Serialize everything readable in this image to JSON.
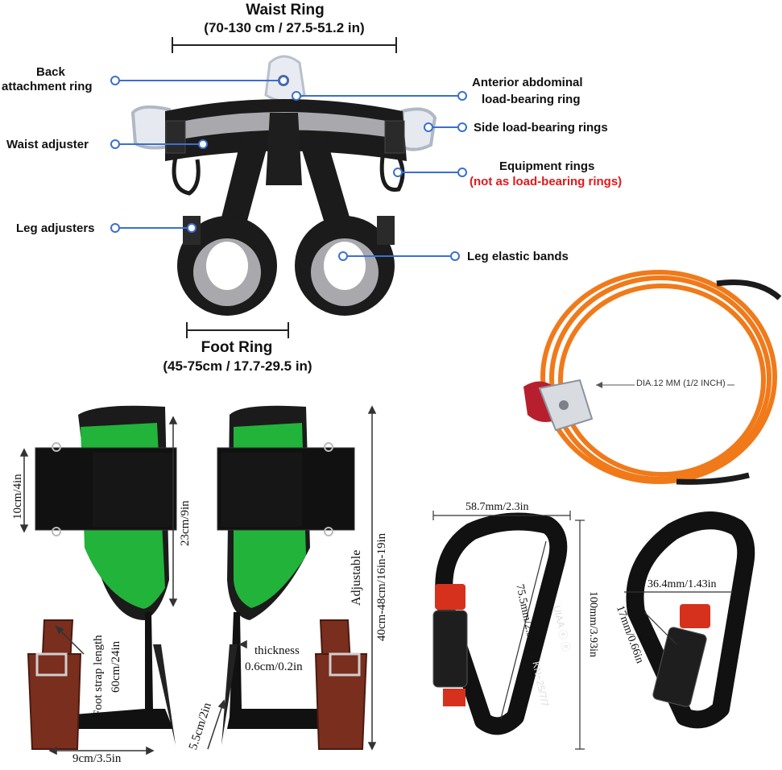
{
  "colors": {
    "leader_blue": "#3b6fd1",
    "warning_red": "#e0191b",
    "harness_black": "#1b1b1b",
    "padding_gray": "#a9a9ad",
    "rope_orange": "#f07a1a",
    "spike_green": "#22b33a",
    "strap_brown": "#7a2e1e",
    "lock_red": "#d6311d"
  },
  "harness": {
    "waist_ring_title": "Waist Ring",
    "waist_ring_size": "(70-130 cm / 27.5-51.2 in)",
    "back_ring_line1": "Back",
    "back_ring_line2": "attachment ring",
    "waist_adjuster": "Waist adjuster",
    "leg_adjusters": "Leg adjusters",
    "anterior_line1": "Anterior abdominal",
    "anterior_line2": "load-bearing ring",
    "side_rings": "Side load-bearing rings",
    "equipment_rings": "Equipment rings",
    "equipment_note": "(not as load-bearing rings)",
    "leg_elastic": "Leg elastic bands",
    "foot_ring_title": "Foot Ring",
    "foot_ring_size": "(45-75cm / 17.7-29.5 in)"
  },
  "rope": {
    "diameter": "DIA.12 MM (1/2 INCH)"
  },
  "spikes": {
    "top_width": "10cm/4in",
    "shin_height": "23cm/9in",
    "adjustable": "Adjustable",
    "range": "40cm-48cm/16in-19in",
    "strap_label": "Foot strap length",
    "strap_length": "60cm/24in",
    "thickness_label": "thickness",
    "thickness_value": "0.6cm/0.2in",
    "gaff_length": "5.5cm/2in",
    "base_width": "9cm/3.5in"
  },
  "carabiners": {
    "width_large": "58.7mm/2.3in",
    "inner_length": "75.5mm/2.97in",
    "outer_length": "100mm/3.93in",
    "width_small": "36.4mm/1.43in",
    "gate_opening": "17mm/0.66in",
    "engraving_brand": "UIAA ⓔ ⓔ",
    "engraving_rating": "KN~25/7/7"
  }
}
